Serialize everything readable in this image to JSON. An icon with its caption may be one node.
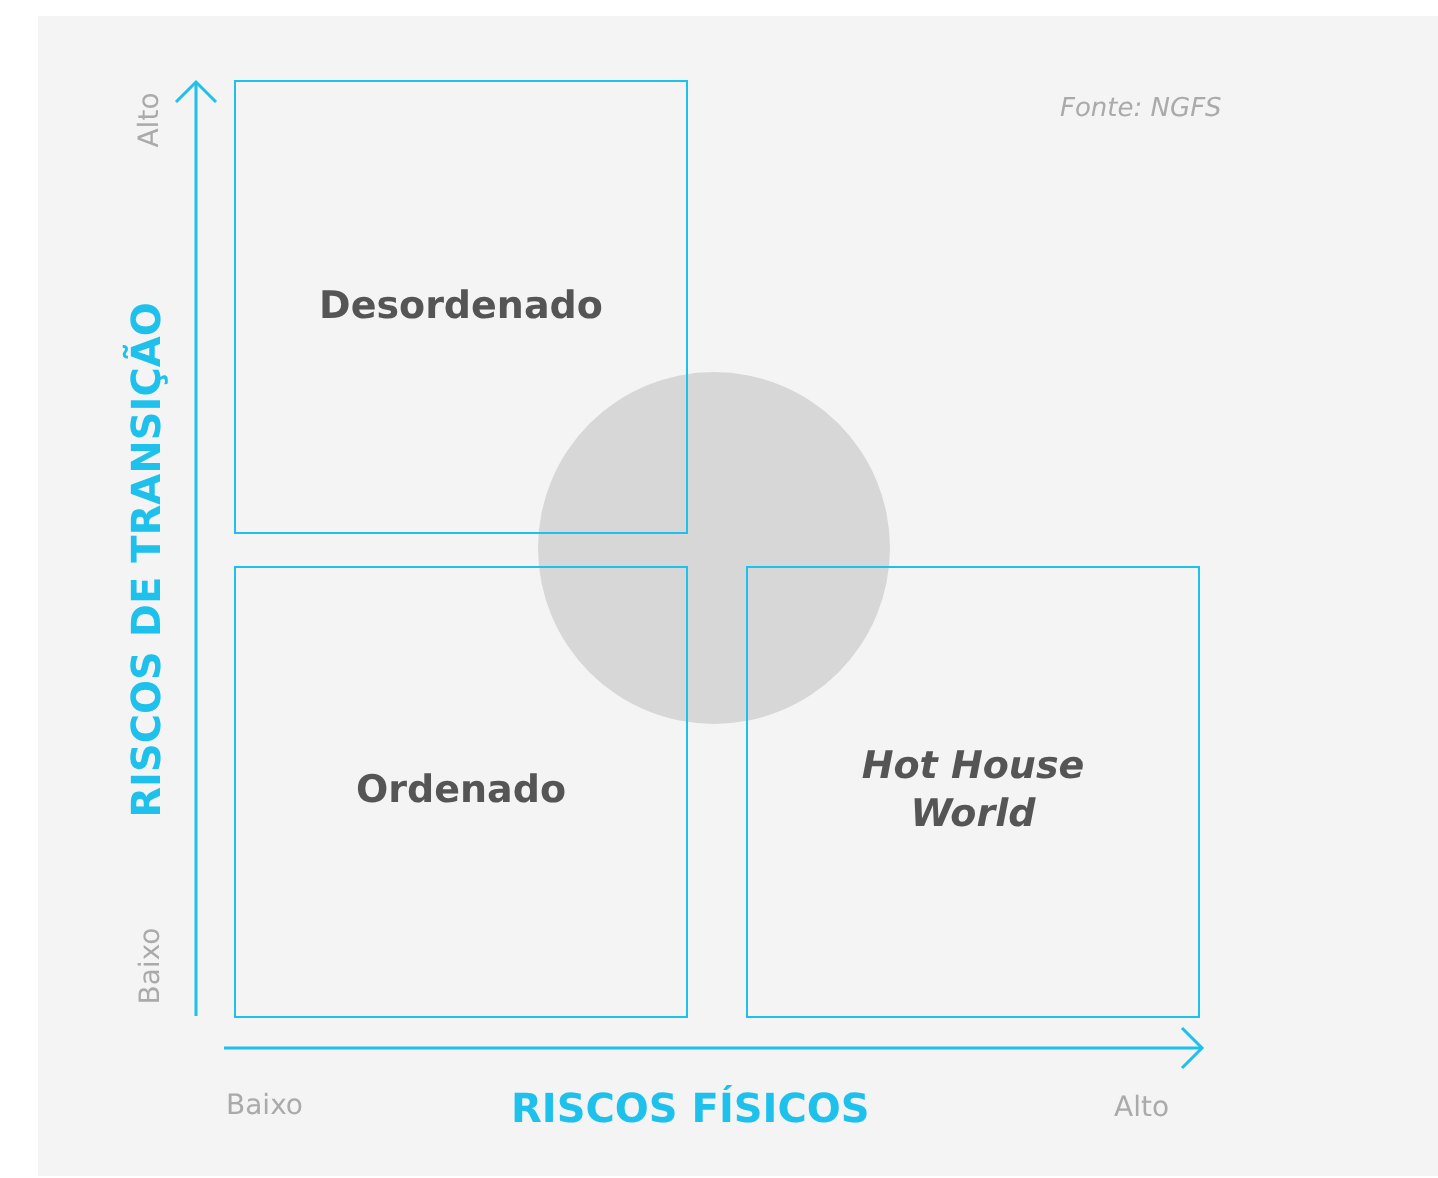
{
  "diagram": {
    "nodes": [
      {
        "text": [
          "Desordenado"
        ]
      },
      {
        "text": [],
        "shape": "circle"
      },
      {
        "text": [
          "Ordenado"
        ]
      },
      {
        "text": [
          "Hot House World"
        ]
      }
    ],
    "edges": [],
    "labels": [
      "Fonte: NGFS",
      "Alto",
      "RISCOS DE TRANSIÇÃO",
      "Baixo",
      "Baixo",
      "RISCOS FÍSICOS",
      "Alto"
    ]
  }
}
